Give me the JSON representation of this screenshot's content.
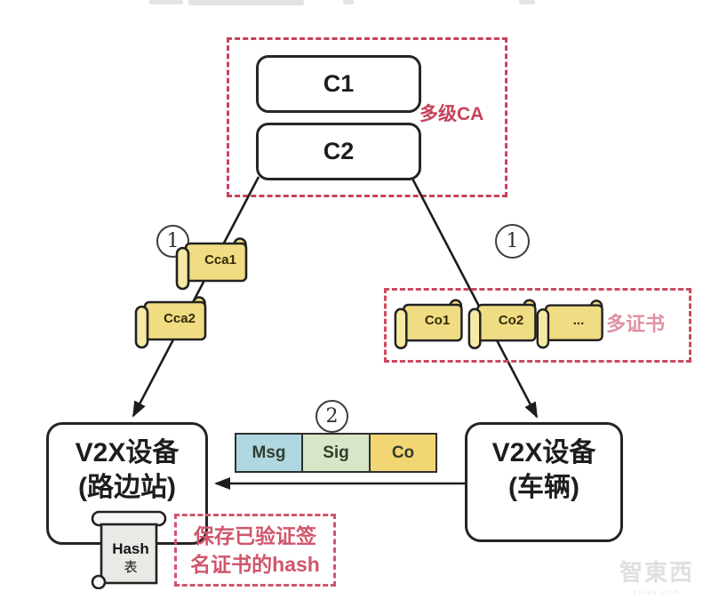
{
  "ca_group": {
    "label": "多级CA",
    "nodes": [
      {
        "label": "C1"
      },
      {
        "label": "C2"
      }
    ]
  },
  "steps": {
    "issue_left": "1",
    "issue_right": "1",
    "send": "2"
  },
  "left_certs": [
    {
      "label": "Cca1"
    },
    {
      "label": "Cca2"
    }
  ],
  "right_certs": {
    "label": "多证书",
    "items": [
      {
        "label": "Co1"
      },
      {
        "label": "Co2"
      },
      {
        "label": "..."
      }
    ]
  },
  "message_bar": {
    "segments": [
      {
        "label": "Msg",
        "color": "#aed7e2"
      },
      {
        "label": "Sig",
        "color": "#d6e6c6"
      },
      {
        "label": "Co",
        "color": "#f3d674"
      }
    ]
  },
  "devices": {
    "roadside": {
      "line1": "V2X设备",
      "line2": "(路边站)"
    },
    "vehicle": {
      "line1": "V2X设备",
      "line2": "(车辆)"
    }
  },
  "hash_table": {
    "line1": "Hash",
    "line2": "表"
  },
  "hash_note": {
    "line1": "保存已验证签",
    "line2": "名证书的hash"
  },
  "watermark": {
    "text": "智東西",
    "sub": "zhidx.com"
  },
  "colors": {
    "dashed_red": "#c7425a",
    "note_red": "#d0566b",
    "label_pink": "#dd93a2",
    "cert_fill": "#f0dc82",
    "msg_blue": "#aed7e2",
    "sig_green": "#d6e6c6",
    "co_yellow": "#f3d674",
    "line_black": "#1d1d1d"
  }
}
